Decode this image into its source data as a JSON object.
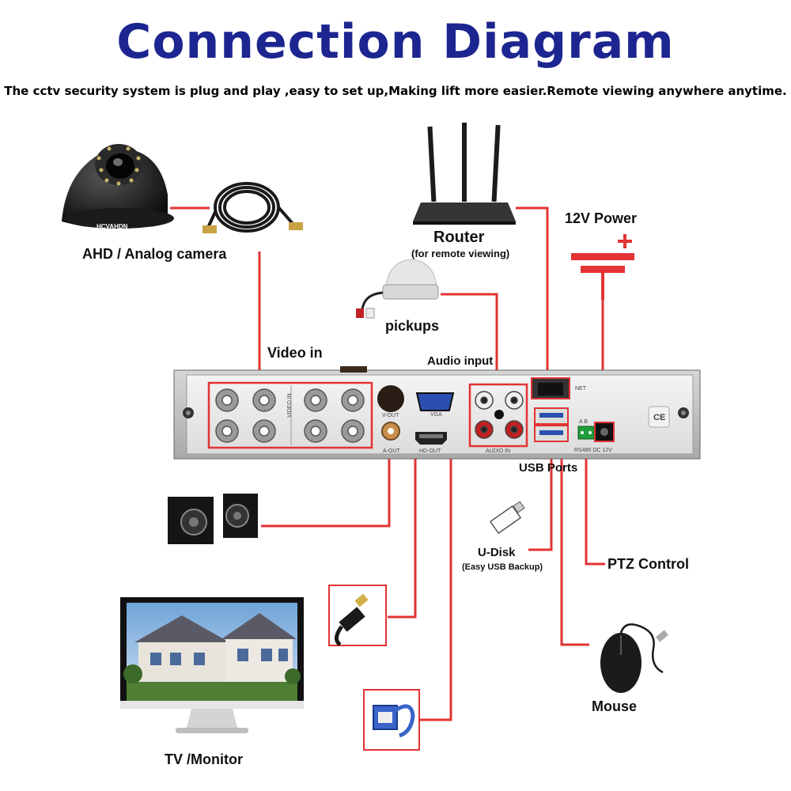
{
  "title": "Connection Diagram",
  "subtitle": "The cctv security system is plug and play ,easy to set up,Making lift more easier.Remote viewing anywhere anytime.",
  "labels": {
    "camera": "AHD / Analog camera",
    "camera_brand": "HCVAHDN",
    "router": "Router",
    "router_sub": "(for remote viewing)",
    "power": "12V Power",
    "pickups": "pickups",
    "video_in": "Video in",
    "audio_input": "Audio input",
    "usb_ports": "USB Ports",
    "udisk": "U-Disk",
    "udisk_sub": "(Easy USB Backup)",
    "ptz": "PTZ Control",
    "mouse": "Mouse",
    "tv": "TV /Monitor"
  },
  "panel": {
    "video_in": "VIDEO IN",
    "vout": "V-OUT",
    "aout": "A-OUT",
    "vga": "VGA",
    "hdout": "HD-OUT",
    "audio_in": "AUDIO IN",
    "net": "NET",
    "rs485": "RS485 DC 12V",
    "ab": "A  B",
    "ce": "CE"
  },
  "colors": {
    "title": "#1c2590",
    "line": "#e33333"
  }
}
